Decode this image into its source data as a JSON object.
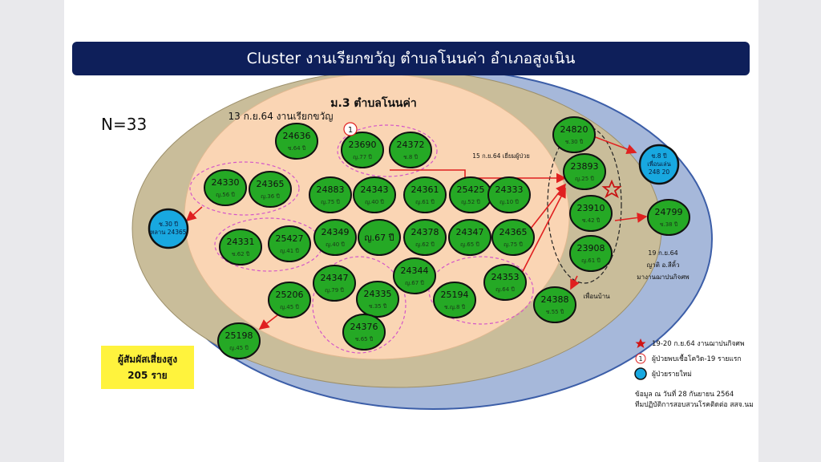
{
  "title": "Cluster งานเรียกขวัญ ตำบลโนนค่า อำเภอสูงเนิน",
  "n_label": "N=33",
  "area_label": "ม.3 ตำบลโนนค่า",
  "event_label": "13 ก.ย.64 งานเรียกขวัญ",
  "arrow_note_1": "15 ก.ย.64 เยี่ยมผู้ป่วย",
  "arrow_note_2": [
    "19 ก.ย.64",
    "ญาติ อ.สีคิ้ว",
    "มางานฌาปนกิจศพ"
  ],
  "neighbor_label": "เพื่อนบ้าน",
  "first_case_mark": "1",
  "risk_box": {
    "line1": "ผู้สัมผัสเสี่ยงสูง",
    "line2": "205 ราย"
  },
  "legend": [
    {
      "icon": "star-icon",
      "label": "19-20 ก.ย.64 งานฌาปนกิจศพ"
    },
    {
      "icon": "first-case-circle-icon",
      "label": "ผู้ป่วยพบเชื้อโควิด-19 รายแรก"
    },
    {
      "icon": "new-case-circle-icon",
      "label": "ผู้ป่วยรายใหม่"
    }
  ],
  "source": [
    "ข้อมูล ณ วันที่ 28 กันยายน 2564",
    "ทีมปฏิบัติการสอบสวนโรคติดต่อ สสจ.นม"
  ],
  "colors": {
    "title_bg": "#0e1f5a",
    "outer_blue": "#a6b8da",
    "khaki": "#c9bd9a",
    "peach": "#fad5b4",
    "case_green": "#25a925",
    "new_case_blue": "#18a8e0",
    "cluster_outline": "#d456c8",
    "arrow_red": "#e02020",
    "risk_yellow": "#fff33d"
  },
  "cases": [
    {
      "id": "24636",
      "sub": "ช.64 ปี"
    },
    {
      "id": "23690",
      "sub": "ญ.77 ปี"
    },
    {
      "id": "24372",
      "sub": "ช.8 ปี"
    },
    {
      "id": "24330",
      "sub": "ญ.56 ปี"
    },
    {
      "id": "24365",
      "sub": "ญ.36 ปี"
    },
    {
      "id": "24883",
      "sub": "ญ.75 ปี"
    },
    {
      "id": "24343",
      "sub": "ญ.40 ปี"
    },
    {
      "id": "24361",
      "sub": "ญ.61 ปี"
    },
    {
      "id": "25425",
      "sub": "ญ.52 ปี"
    },
    {
      "id": "24333",
      "sub": "ญ.10 ปี"
    },
    {
      "id": "24331",
      "sub": "ช.62 ปี"
    },
    {
      "id": "25427",
      "sub": "ญ.41 ปี"
    },
    {
      "id": "24349",
      "sub": "ญ.40 ปี"
    },
    {
      "id": "ญ.67 ปี",
      "sub": ""
    },
    {
      "id": "24378",
      "sub": "ญ.62 ปี"
    },
    {
      "id": "24347",
      "sub": "ญ.65 ปี"
    },
    {
      "id": "24365",
      "sub": "ญ.75 ปี"
    },
    {
      "id": "24344",
      "sub": "ญ.67 ปี"
    },
    {
      "id": "24347",
      "sub": "ญ.79 ปี"
    },
    {
      "id": "24335",
      "sub": "ช.35 ปี"
    },
    {
      "id": "25194",
      "sub": "ช.ญ.8 ปี"
    },
    {
      "id": "24353",
      "sub": "ญ.64 ปี"
    },
    {
      "id": "25206",
      "sub": "ญ.45 ปี"
    },
    {
      "id": "24376",
      "sub": "ช.65 ปี"
    },
    {
      "id": "25198",
      "sub": "ญ.45 ปี"
    },
    {
      "id": "24820",
      "sub": "ช.30 ปี"
    },
    {
      "id": "23893",
      "sub": "ญ.25 ปี"
    },
    {
      "id": "23910",
      "sub": "ช.42 ปี"
    },
    {
      "id": "23908",
      "sub": "ญ.61 ปี"
    },
    {
      "id": "24388",
      "sub": "ช.55 ปี"
    },
    {
      "id": "24799",
      "sub": "ช.38 ปี"
    }
  ],
  "new_cases": [
    {
      "line1": "ช.30 ปี",
      "line2": "หลาน 24365"
    },
    {
      "line1": "ช.8 ปี",
      "line2": "เพื่อนเล่น",
      "line3": "248 20"
    }
  ]
}
